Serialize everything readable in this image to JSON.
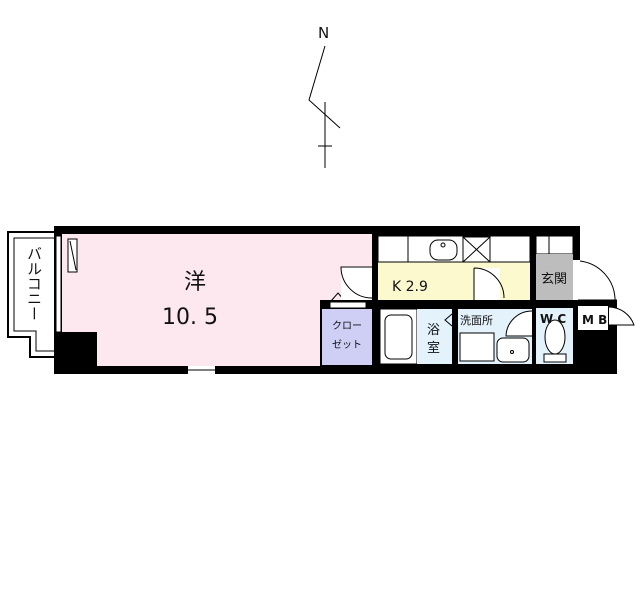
{
  "compass": {
    "north_label": "N"
  },
  "rooms": {
    "western": {
      "name": "洋",
      "size": "10. 5"
    },
    "kitchen": {
      "label": "K 2.9"
    },
    "entrance": {
      "label": "玄関"
    },
    "closet": {
      "line1": "クロー",
      "line2": "ゼット"
    },
    "bath": {
      "line1": "浴",
      "line2": "室"
    },
    "washroom": {
      "label": "洗面所"
    },
    "toilet": {
      "label": "W C"
    },
    "meter_box": {
      "label": "M B"
    },
    "balcony": {
      "label": "バルコニー"
    }
  },
  "colors": {
    "western": "#fde8f0",
    "kitchen": "#fcf9cf",
    "closet": "#cfcff6",
    "wet": "#e4f2fc",
    "entrance": "#bdbdbd",
    "wall": "#000000"
  }
}
